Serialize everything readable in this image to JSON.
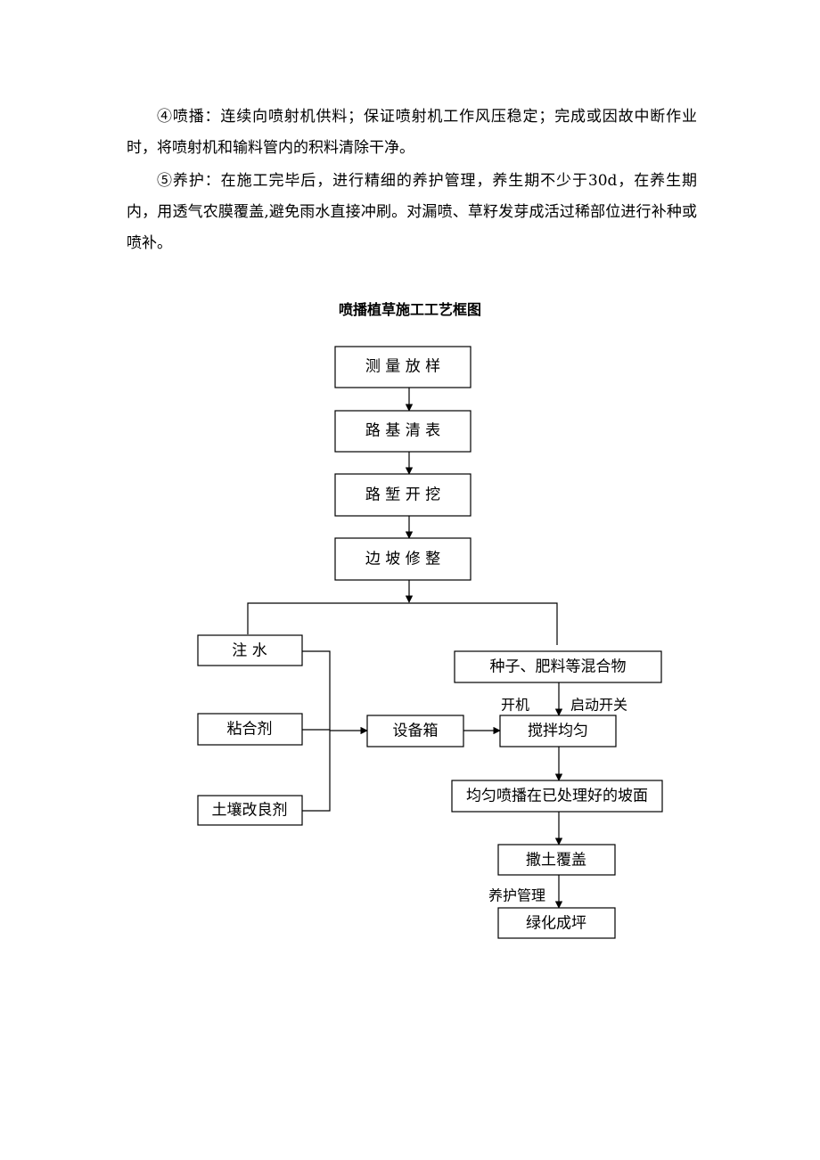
{
  "paragraphs": [
    "④喷播：连续向喷射机供料；保证喷射机工作风压稳定；完成或因故中断作业时，将喷射机和输料管内的积料清除干净。",
    "⑤养护：在施工完毕后，进行精细的养护管理，养生期不少于30d，在养生期内，用透气农膜覆盖,避免雨水直接冲刷。对漏喷、草籽发芽成活过稀部位进行补种或喷补。"
  ],
  "diagram": {
    "title": "喷播植草施工工艺框图",
    "nodes": {
      "survey": "测 量 放 样",
      "clear": "路 基 清 表",
      "cut": "路 堑 开 挖",
      "trim": "边 坡 修 整",
      "water": "注  水",
      "adhesive": "粘合剂",
      "soil": "土壤改良剂",
      "mixture": "种子、肥料等混合物",
      "equipment": "设备箱",
      "stir": "搅拌均匀",
      "spray": "均匀喷播在已处理好的坡面",
      "cover": "撒土覆盖",
      "lawn": "绿化成坪"
    },
    "edge_labels": {
      "start_machine": "开机",
      "start_switch": "启动开关",
      "maintenance": "养护管理"
    }
  }
}
